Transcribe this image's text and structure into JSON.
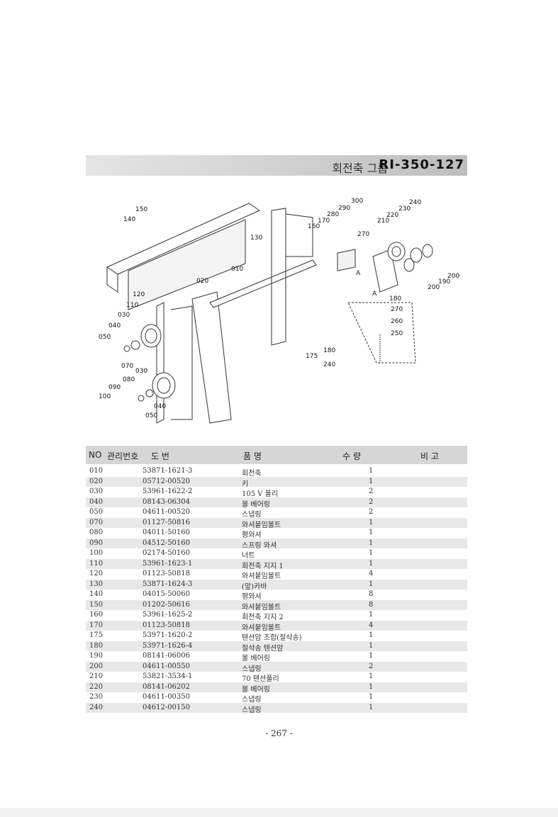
{
  "title": {
    "label": "회전축 그룹",
    "code": "RI-350-127"
  },
  "diagram": {
    "labels": [
      "150",
      "140",
      "130",
      "010",
      "020",
      "120",
      "110",
      "030",
      "040",
      "050",
      "070",
      "030",
      "080",
      "090",
      "100",
      "040",
      "050",
      "300",
      "290",
      "280",
      "270",
      "170",
      "160",
      "240",
      "230",
      "220",
      "210",
      "A",
      "200",
      "190",
      "200",
      "180",
      "A",
      "270",
      "260",
      "250",
      "180",
      "175",
      "240"
    ]
  },
  "table": {
    "headers": {
      "no": "NO",
      "mgmt": "관리번호",
      "part": "도  번",
      "name": "품  명",
      "qty": "수  량",
      "note": "비  고"
    },
    "rows": [
      {
        "no": "010",
        "part": "53871-1621-3",
        "name": "회전축",
        "qty": "1"
      },
      {
        "no": "020",
        "part": "05712-00520",
        "name": "키",
        "qty": "1"
      },
      {
        "no": "030",
        "part": "53961-1622-2",
        "name": "105 V 풀리",
        "qty": "2"
      },
      {
        "no": "040",
        "part": "08143-06304",
        "name": "볼 베어링",
        "qty": "2"
      },
      {
        "no": "050",
        "part": "04611-00520",
        "name": "스냅링",
        "qty": "2"
      },
      {
        "no": "070",
        "part": "01127-50816",
        "name": "와셔붙임볼트",
        "qty": "1"
      },
      {
        "no": "080",
        "part": "04011-50160",
        "name": "평와셔",
        "qty": "1"
      },
      {
        "no": "090",
        "part": "04512-50160",
        "name": "스프링 와셔",
        "qty": "1"
      },
      {
        "no": "100",
        "part": "02174-50160",
        "name": "너트",
        "qty": "1"
      },
      {
        "no": "110",
        "part": "53961-1623-1",
        "name": "회전축 지지 1",
        "qty": "1"
      },
      {
        "no": "120",
        "part": "01123-50818",
        "name": "와셔붙임볼트",
        "qty": "4"
      },
      {
        "no": "130",
        "part": "53871-1624-3",
        "name": "(앞)카바",
        "qty": "1"
      },
      {
        "no": "140",
        "part": "04015-50060",
        "name": "평와셔",
        "qty": "8"
      },
      {
        "no": "150",
        "part": "01202-50616",
        "name": "와셔붙임볼트",
        "qty": "8"
      },
      {
        "no": "160",
        "part": "53961-1625-2",
        "name": "회전축 지지 2",
        "qty": "1"
      },
      {
        "no": "170",
        "part": "01123-50818",
        "name": "와셔붙임볼트",
        "qty": "4"
      },
      {
        "no": "175",
        "part": "53971-1620-2",
        "name": "텐션암 조합(절삭송)",
        "qty": "1"
      },
      {
        "no": "180",
        "part": "53971-1626-4",
        "name": "절삭송 텐션암",
        "qty": "1"
      },
      {
        "no": "190",
        "part": "08141-06006",
        "name": "볼 베어링",
        "qty": "1"
      },
      {
        "no": "200",
        "part": "04611-00550",
        "name": "스냅링",
        "qty": "2"
      },
      {
        "no": "210",
        "part": "53821-3534-1",
        "name": "70 텐션풀리",
        "qty": "1"
      },
      {
        "no": "220",
        "part": "08141-06202",
        "name": "볼 베어링",
        "qty": "1"
      },
      {
        "no": "230",
        "part": "04611-00350",
        "name": "스냅링",
        "qty": "1"
      },
      {
        "no": "240",
        "part": "04612-00150",
        "name": "스냅링",
        "qty": "1"
      }
    ]
  },
  "page_number": "- 267 -"
}
